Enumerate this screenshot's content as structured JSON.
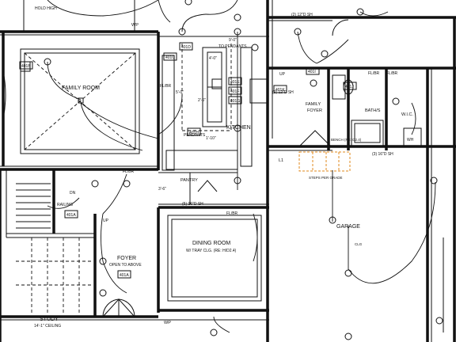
{
  "rooms": {
    "family_room": "FAMILY ROOM",
    "kitchen": "KITCHEN",
    "pantry": "PANTRY",
    "dining_room": "DINING ROOM",
    "dining_note": "W/ TRAY CLG. (RE: H/D2.4)",
    "foyer": "FOYER",
    "foyer_note": "OPEN TO ABOVE",
    "study": "STUDY",
    "study_note": "14'-1\" CEILING",
    "family_foyer_1": "FAMILY",
    "family_foyer_2": "FOYER",
    "bath": "BATH/S",
    "wic": "W.I.C.",
    "garage": "GARAGE"
  },
  "notes": {
    "hold_high": "HOLD HIGH",
    "to_pendants": "TO PENDANTS",
    "pendants": "PENDANTS",
    "dim_9_0": "9'-0\"",
    "dim_4_0": "4'-0\"",
    "dim_5_0": "5'-0\"",
    "dim_2_6": "2'-6\"",
    "dim_3_6": "3'-6\"",
    "dim_1_10": "1'-10\"",
    "sh_12": "(2) 12\"D SH",
    "sh_12b": "(2) 12\"D SH",
    "sh_16": "(5) 16\"D SH",
    "sh_16b": "(3) 16\"D SH",
    "bench": "BENCH (RE: D2.4)",
    "railing": "RAILING",
    "steps": "STEPS PER GRADE",
    "l1": "L1",
    "wh": "WH",
    "up": "UP",
    "up2": "UP",
    "dn": "DN",
    "clg": "CLG"
  },
  "wp_labels": [
    "WP",
    "WP"
  ],
  "flbr_labels": [
    "FL/BR",
    "FL/BR",
    "FL/BR",
    "FL/BR",
    "FL/BR"
  ],
  "tags": [
    "401B",
    "401D",
    "401C",
    "401E",
    "401F",
    "401G",
    "401H",
    "401I",
    "401J",
    "401K",
    "401A",
    "401A"
  ]
}
